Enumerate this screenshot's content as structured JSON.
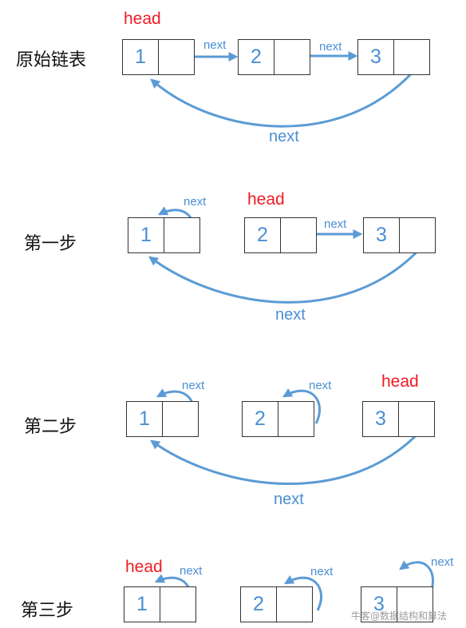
{
  "stages": [
    {
      "label": "原始链表",
      "nodes": [
        "1",
        "2",
        "3"
      ],
      "head": "head",
      "next": [
        "next",
        "next",
        "next"
      ]
    },
    {
      "label": "第一步",
      "nodes": [
        "1",
        "2",
        "3"
      ],
      "head": "head",
      "next": [
        "next",
        "next",
        "next"
      ]
    },
    {
      "label": "第二步",
      "nodes": [
        "1",
        "2",
        "3"
      ],
      "head": "head",
      "next": [
        "next",
        "next",
        "next"
      ]
    },
    {
      "label": "第三步",
      "nodes": [
        "1",
        "2",
        "3"
      ],
      "head": "head",
      "next": [
        "next",
        "next",
        "next"
      ]
    }
  ],
  "watermark": "牛客@数据结构和算法",
  "colors": {
    "arrow": "#5b9bd5",
    "head": "#ee1c24",
    "node_text": "#4a8fd4"
  }
}
